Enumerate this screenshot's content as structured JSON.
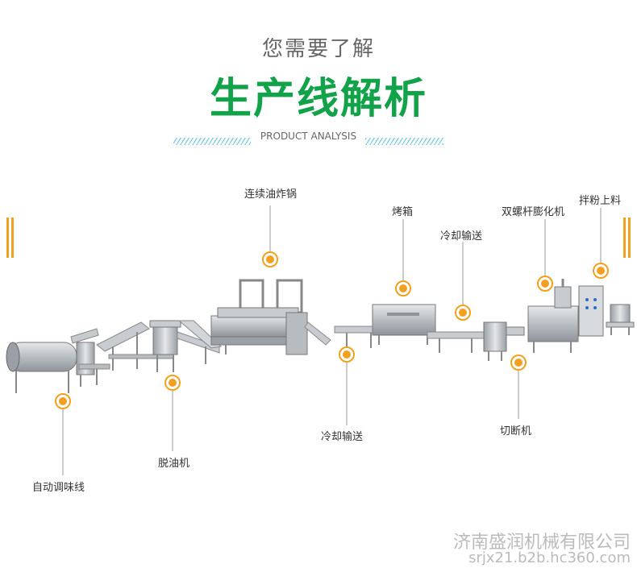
{
  "header": {
    "subtitle": "您需要了解",
    "title": "生产线解析",
    "english": "PRODUCT ANALYSIS"
  },
  "colors": {
    "title_green": "#12a24a",
    "accent_orange": "#f2a01f",
    "machine_steel": "#c8ccd0"
  },
  "machines": [
    {
      "key": "seasoning",
      "label": "自动调味线"
    },
    {
      "key": "deoiler",
      "label": "脱油机"
    },
    {
      "key": "fryer",
      "label": "连续油炸锅"
    },
    {
      "key": "cool1",
      "label": "冷却输送"
    },
    {
      "key": "oven",
      "label": "烤箱"
    },
    {
      "key": "cool2",
      "label": "冷却输送"
    },
    {
      "key": "cutter",
      "label": "切断机"
    },
    {
      "key": "extruder",
      "label": "双螺杆膨化机"
    },
    {
      "key": "mixer",
      "label": "拌粉上料"
    }
  ],
  "watermark": {
    "company": "济南盛润机械有限公司",
    "site": "srjx21.b2b.hc360.com"
  }
}
